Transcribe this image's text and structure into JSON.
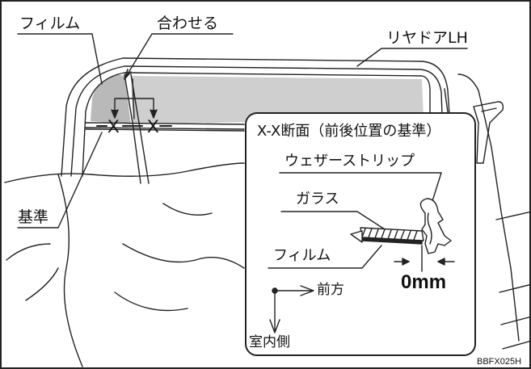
{
  "labels": {
    "film_top": "フィルム",
    "align": "合わせる",
    "rear_door": "リヤドアLH",
    "reference": "基準",
    "section_mark_left": "X",
    "section_mark_right": "X",
    "section_title": "X-X断面（前後位置の基準）",
    "weatherstrip": "ウェザーストリップ",
    "glass": "ガラス",
    "film_detail": "フィルム",
    "gap_value": "0mm",
    "forward": "前方",
    "inside": "室内側"
  },
  "figure_code": "BBFX025H"
}
